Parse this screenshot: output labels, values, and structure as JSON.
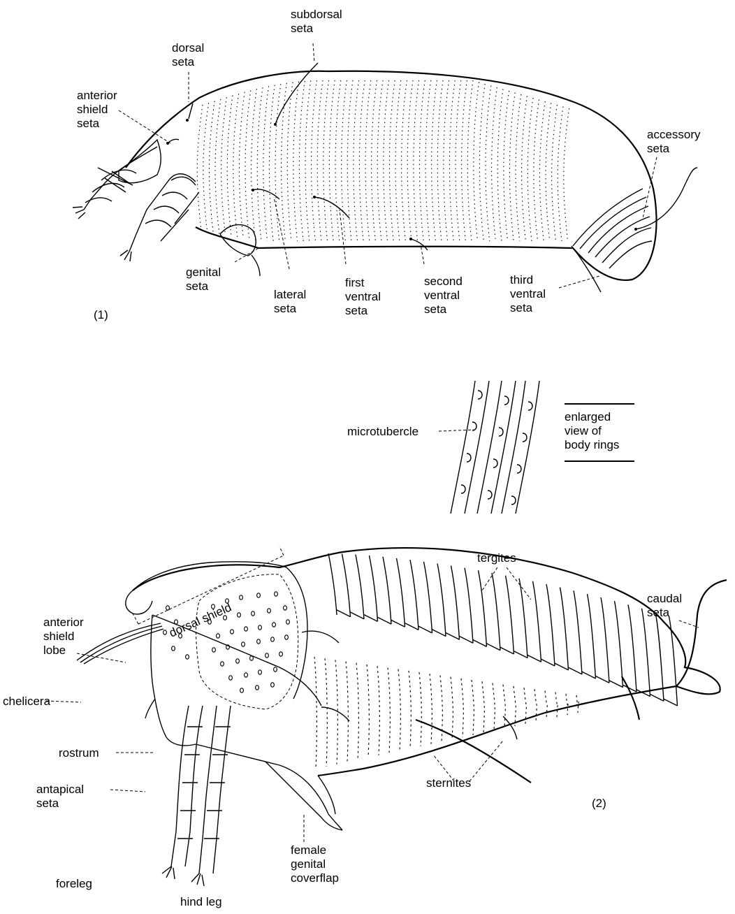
{
  "figure1": {
    "panel_label": "(1)",
    "labels": {
      "subdorsal_seta": [
        "subdorsal",
        "seta"
      ],
      "dorsal_seta": [
        "dorsal",
        "seta"
      ],
      "anterior_shield_seta": [
        "anterior",
        "shield",
        "seta"
      ],
      "accessory_seta": [
        "accessory",
        "seta"
      ],
      "genital_seta": [
        "genital",
        "seta"
      ],
      "lateral_seta": [
        "lateral",
        "seta"
      ],
      "first_ventral_seta": [
        "first",
        "ventral",
        "seta"
      ],
      "second_ventral_seta": [
        "second",
        "ventral",
        "seta"
      ],
      "third_ventral_seta": [
        "third",
        "ventral",
        "seta"
      ]
    }
  },
  "inset": {
    "microtubercle": "microtubercle",
    "caption": [
      "enlarged",
      "view of",
      "body rings"
    ]
  },
  "figure2": {
    "panel_label": "(2)",
    "labels": {
      "dorsal_shield": "dorsal shield",
      "tergites": "tergites",
      "caudal_seta": [
        "caudal",
        "seta"
      ],
      "anterior_shield_lobe": [
        "anterior",
        "shield",
        "lobe"
      ],
      "chelicera": "chelicera",
      "rostrum": "rostrum",
      "antapical_seta": [
        "antapical",
        "seta"
      ],
      "sternites": "sternites",
      "female_genital_coverflap": [
        "female",
        "genital",
        "coverflap"
      ],
      "foreleg": "foreleg",
      "hind_leg": "hind leg"
    }
  }
}
